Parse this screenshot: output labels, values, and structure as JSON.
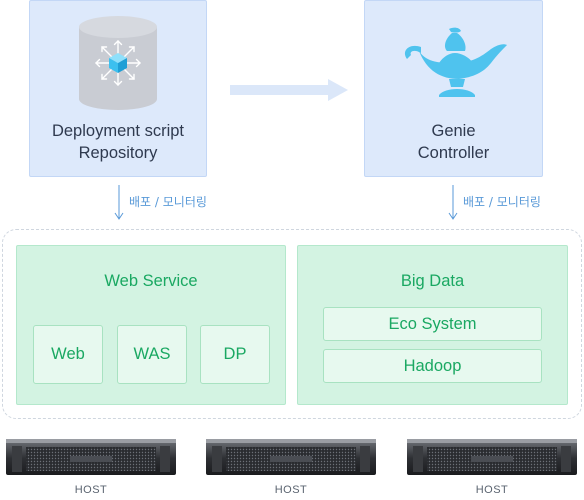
{
  "deployment": {
    "label_line1": "Deployment script",
    "label_line2": "Repository"
  },
  "genie": {
    "label_line1": "Genie",
    "label_line2": "Controller"
  },
  "connector_left": {
    "label": "배포 / 모니터링"
  },
  "connector_right": {
    "label": "배포 / 모니터링"
  },
  "web_service": {
    "title": "Web Service",
    "items": [
      "Web",
      "WAS",
      "DP"
    ]
  },
  "big_data": {
    "title": "Big Data",
    "items": [
      "Eco System",
      "Hadoop"
    ]
  },
  "hosts": [
    "HOST",
    "HOST",
    "HOST"
  ],
  "colors": {
    "top_box_fill": "#dde9fb",
    "panel_fill": "#d3f3e2",
    "accent_green": "#1aa862",
    "accent_blue": "#5a9ad8",
    "cube": "#3cc0ef"
  },
  "icons": [
    "database-icon",
    "cube-icon",
    "genie-lamp-icon",
    "right-arrow-icon",
    "down-arrow-icon",
    "server-icon"
  ]
}
